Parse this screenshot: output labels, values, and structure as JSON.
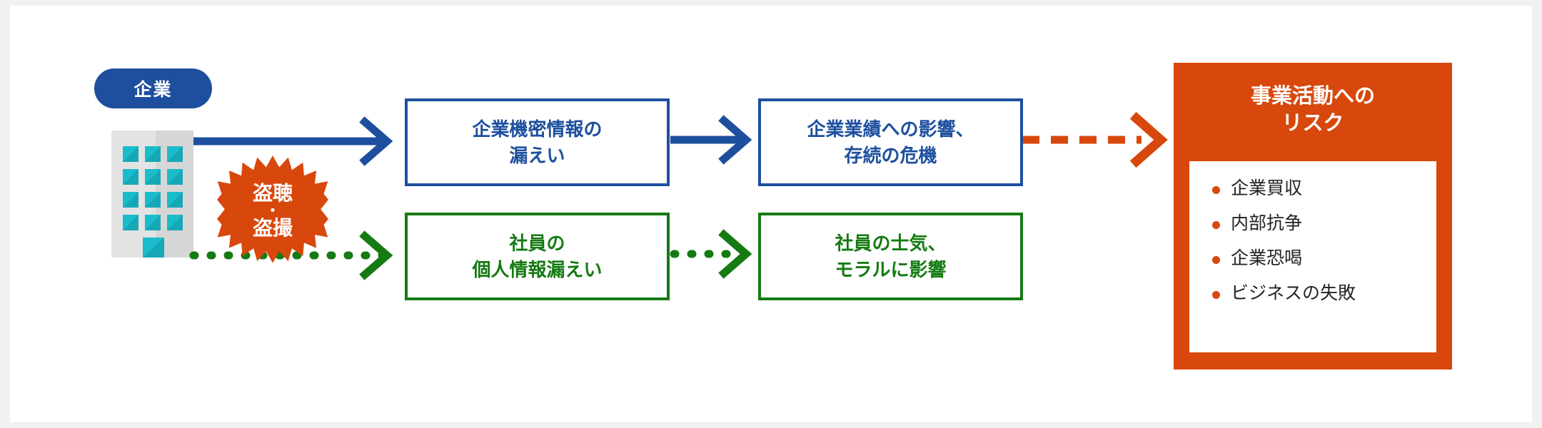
{
  "theme": {
    "blue": "#1d4f9e",
    "green": "#157a12",
    "orange": "#d8480c",
    "teal": "#19bccb",
    "building_gray": "#e3e3e3",
    "page_bg": "#f1f1f1",
    "canvas_bg": "#ffffff"
  },
  "source": {
    "badge_label": "企業",
    "building_icon": "office-building-icon"
  },
  "threat_burst": {
    "line1": "盗聴",
    "separator": "・",
    "line2": "盗撮",
    "points": 20
  },
  "flow": {
    "blue_track": {
      "step1": "企業機密情報の\n漏えい",
      "step1_line1": "企業機密情報の",
      "step1_line2": "漏えい",
      "step2_line1": "企業業績への影響、",
      "step2_line2": "存続の危機",
      "connector_style": "solid"
    },
    "green_track": {
      "step1_line1": "社員の",
      "step1_line2": "個人情報漏えい",
      "step2_line1": "社員の士気、",
      "step2_line2": "モラルに影響",
      "connector_style": "dotted"
    },
    "final_connector_style": "dashed"
  },
  "risk_panel": {
    "title_line1": "事業活動への",
    "title_line2": "リスク",
    "items": [
      "企業買収",
      "内部抗争",
      "企業恐喝",
      "ビジネスの失敗"
    ]
  }
}
